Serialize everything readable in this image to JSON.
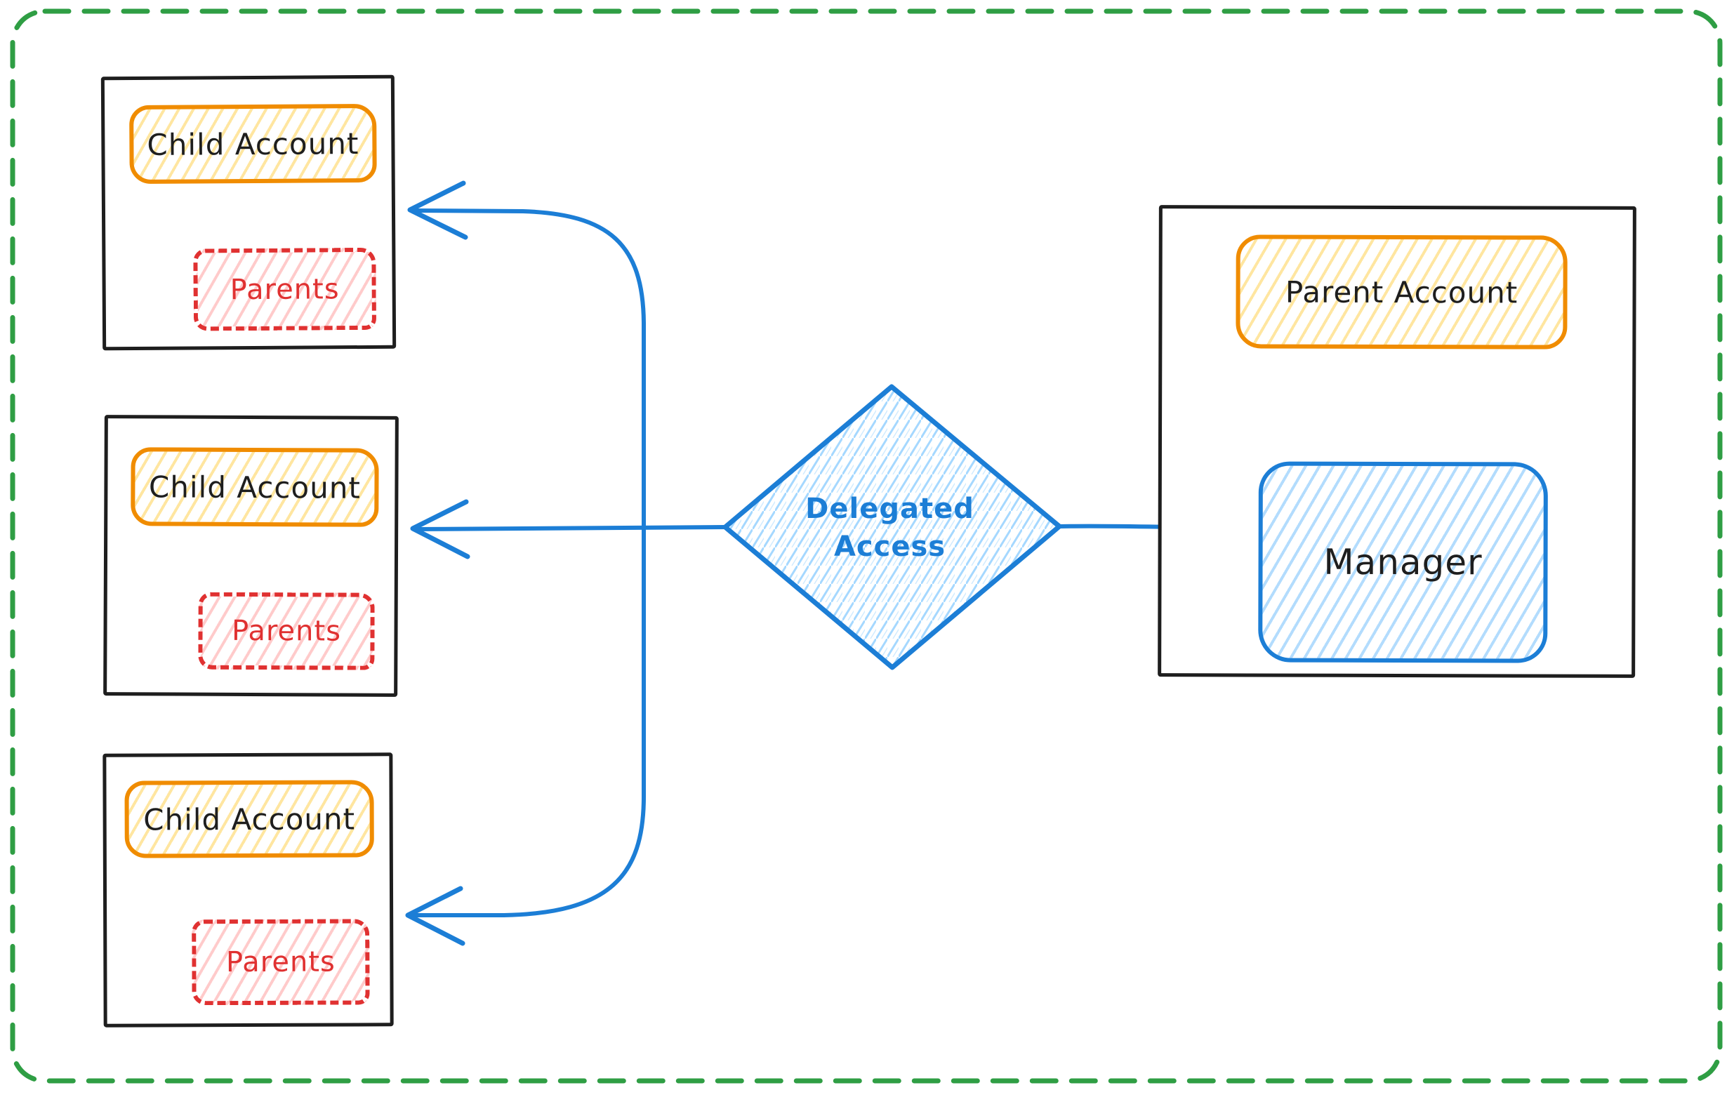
{
  "canvas": {
    "background": "#ffffff",
    "border": {
      "color": "#2f9e44",
      "style": "dashed",
      "corner_radius": 46
    }
  },
  "palette": {
    "ink": "#1e1e1e",
    "orange_stroke": "#f08c00",
    "yellow_hatch_fill": "#ffd43b",
    "red_stroke": "#e03131",
    "red_hatch_fill": "#ffa8a8",
    "blue_stroke": "#1c7ed6",
    "blue_hatch_fill": "#a5d8ff",
    "green_border": "#2f9e44"
  },
  "child_groups": [
    {
      "account_label": "Child Account",
      "parents_label": "Parents"
    },
    {
      "account_label": "Child Account",
      "parents_label": "Parents"
    },
    {
      "account_label": "Child Account",
      "parents_label": "Parents"
    }
  ],
  "decision": {
    "label_line1": "Delegated",
    "label_line2": "Access"
  },
  "parent_group": {
    "account_label": "Parent Account",
    "manager_label": "Manager"
  },
  "edges": [
    {
      "from": "Manager",
      "to": "Delegated Access",
      "arrowhead": "none"
    },
    {
      "from": "Delegated Access",
      "to": "Child Account (top)",
      "arrowhead": "end"
    },
    {
      "from": "Delegated Access",
      "to": "Child Account (middle)",
      "arrowhead": "end"
    },
    {
      "from": "Delegated Access",
      "to": "Child Account (bottom)",
      "arrowhead": "end"
    }
  ]
}
